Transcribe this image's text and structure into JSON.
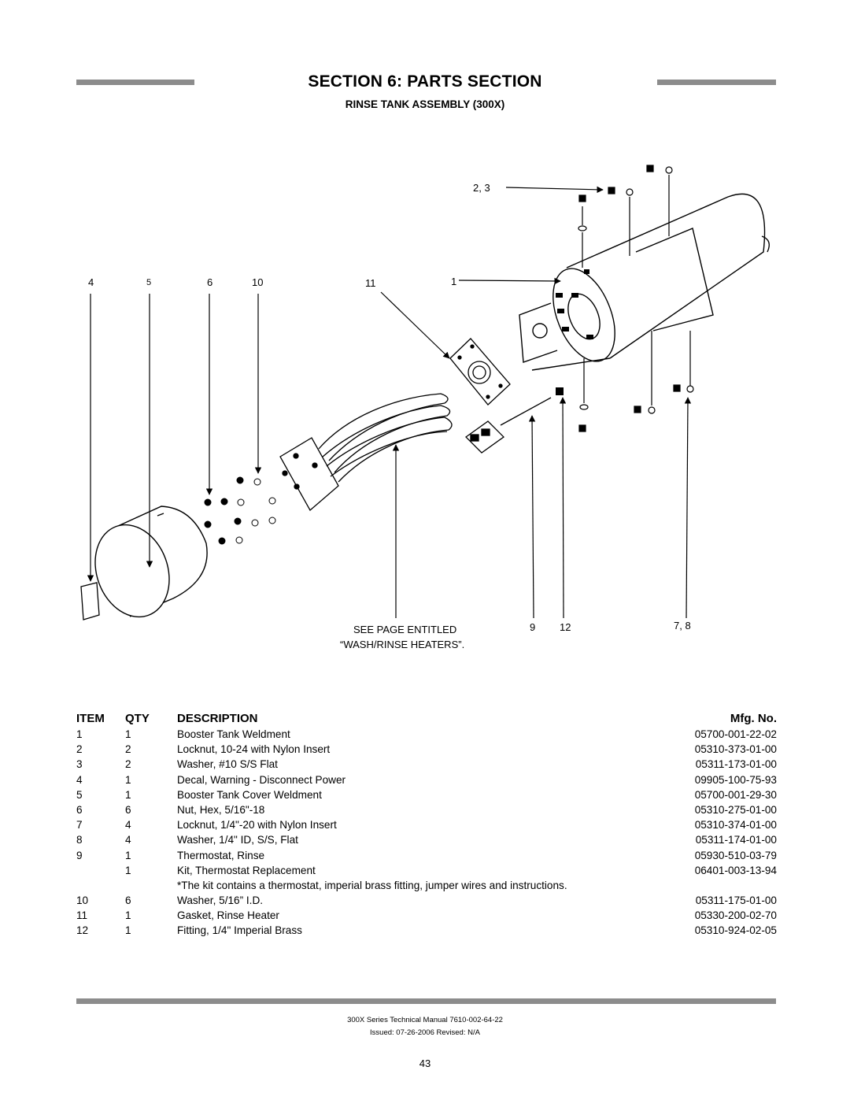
{
  "header": {
    "section_title": "SECTION 6: PARTS SECTION",
    "subtitle": "RINSE TANK ASSEMBLY (300X)"
  },
  "diagram": {
    "callouts": {
      "c_2_3": "2, 3",
      "c_4": "4",
      "c_5": "5",
      "c_6": "6",
      "c_10": "10",
      "c_11": "11",
      "c_1": "1",
      "c_9": "9",
      "c_12": "12",
      "c_7_8": "7, 8"
    },
    "note_line1": "SEE PAGE ENTITLED",
    "note_line2": "“WASH/RINSE HEATERS”."
  },
  "table": {
    "headers": {
      "item": "ITEM",
      "qty": "QTY",
      "description": "DESCRIPTION",
      "mfg": "Mfg. No."
    },
    "rows": [
      {
        "item": "1",
        "qty": "1",
        "description": "Booster Tank Weldment",
        "mfg": "05700-001-22-02"
      },
      {
        "item": "2",
        "qty": "2",
        "description": "Locknut, 10-24 with Nylon Insert",
        "mfg": "05310-373-01-00"
      },
      {
        "item": "3",
        "qty": "2",
        "description": "Washer, #10 S/S Flat",
        "mfg": "05311-173-01-00"
      },
      {
        "item": "4",
        "qty": "1",
        "description": "Decal, Warning - Disconnect Power",
        "mfg": "09905-100-75-93"
      },
      {
        "item": "5",
        "qty": "1",
        "description": "Booster Tank Cover Weldment",
        "mfg": "05700-001-29-30"
      },
      {
        "item": "6",
        "qty": "6",
        "description": "Nut, Hex, 5/16\"-18",
        "mfg": "05310-275-01-00"
      },
      {
        "item": "7",
        "qty": "4",
        "description": "Locknut, 1/4\"-20 with Nylon Insert",
        "mfg": "05310-374-01-00"
      },
      {
        "item": "8",
        "qty": "4",
        "description": "Washer, 1/4\" ID, S/S, Flat",
        "mfg": "05311-174-01-00"
      },
      {
        "item": "9",
        "qty": "1",
        "description": "Thermostat, Rinse",
        "mfg": "05930-510-03-79"
      },
      {
        "item": "",
        "qty": "1",
        "description": "Kit, Thermostat Replacement",
        "mfg": "06401-003-13-94"
      },
      {
        "item": "10",
        "qty": "6",
        "description": "Washer, 5/16” I.D.",
        "mfg": "05311-175-01-00"
      },
      {
        "item": "11",
        "qty": "1",
        "description": "Gasket, Rinse Heater",
        "mfg": "05330-200-02-70"
      },
      {
        "item": "12",
        "qty": "1",
        "description": "Fitting, 1/4\" Imperial Brass",
        "mfg": "05310-924-02-05"
      }
    ],
    "kit_note": "*The kit contains a thermostat, imperial brass fitting, jumper wires and instructions."
  },
  "footer": {
    "line1": "300X Series Technical Manual 7610-002-64-22",
    "line2": "Issued: 07-26-2006  Revised: N/A",
    "page_number": "43"
  }
}
